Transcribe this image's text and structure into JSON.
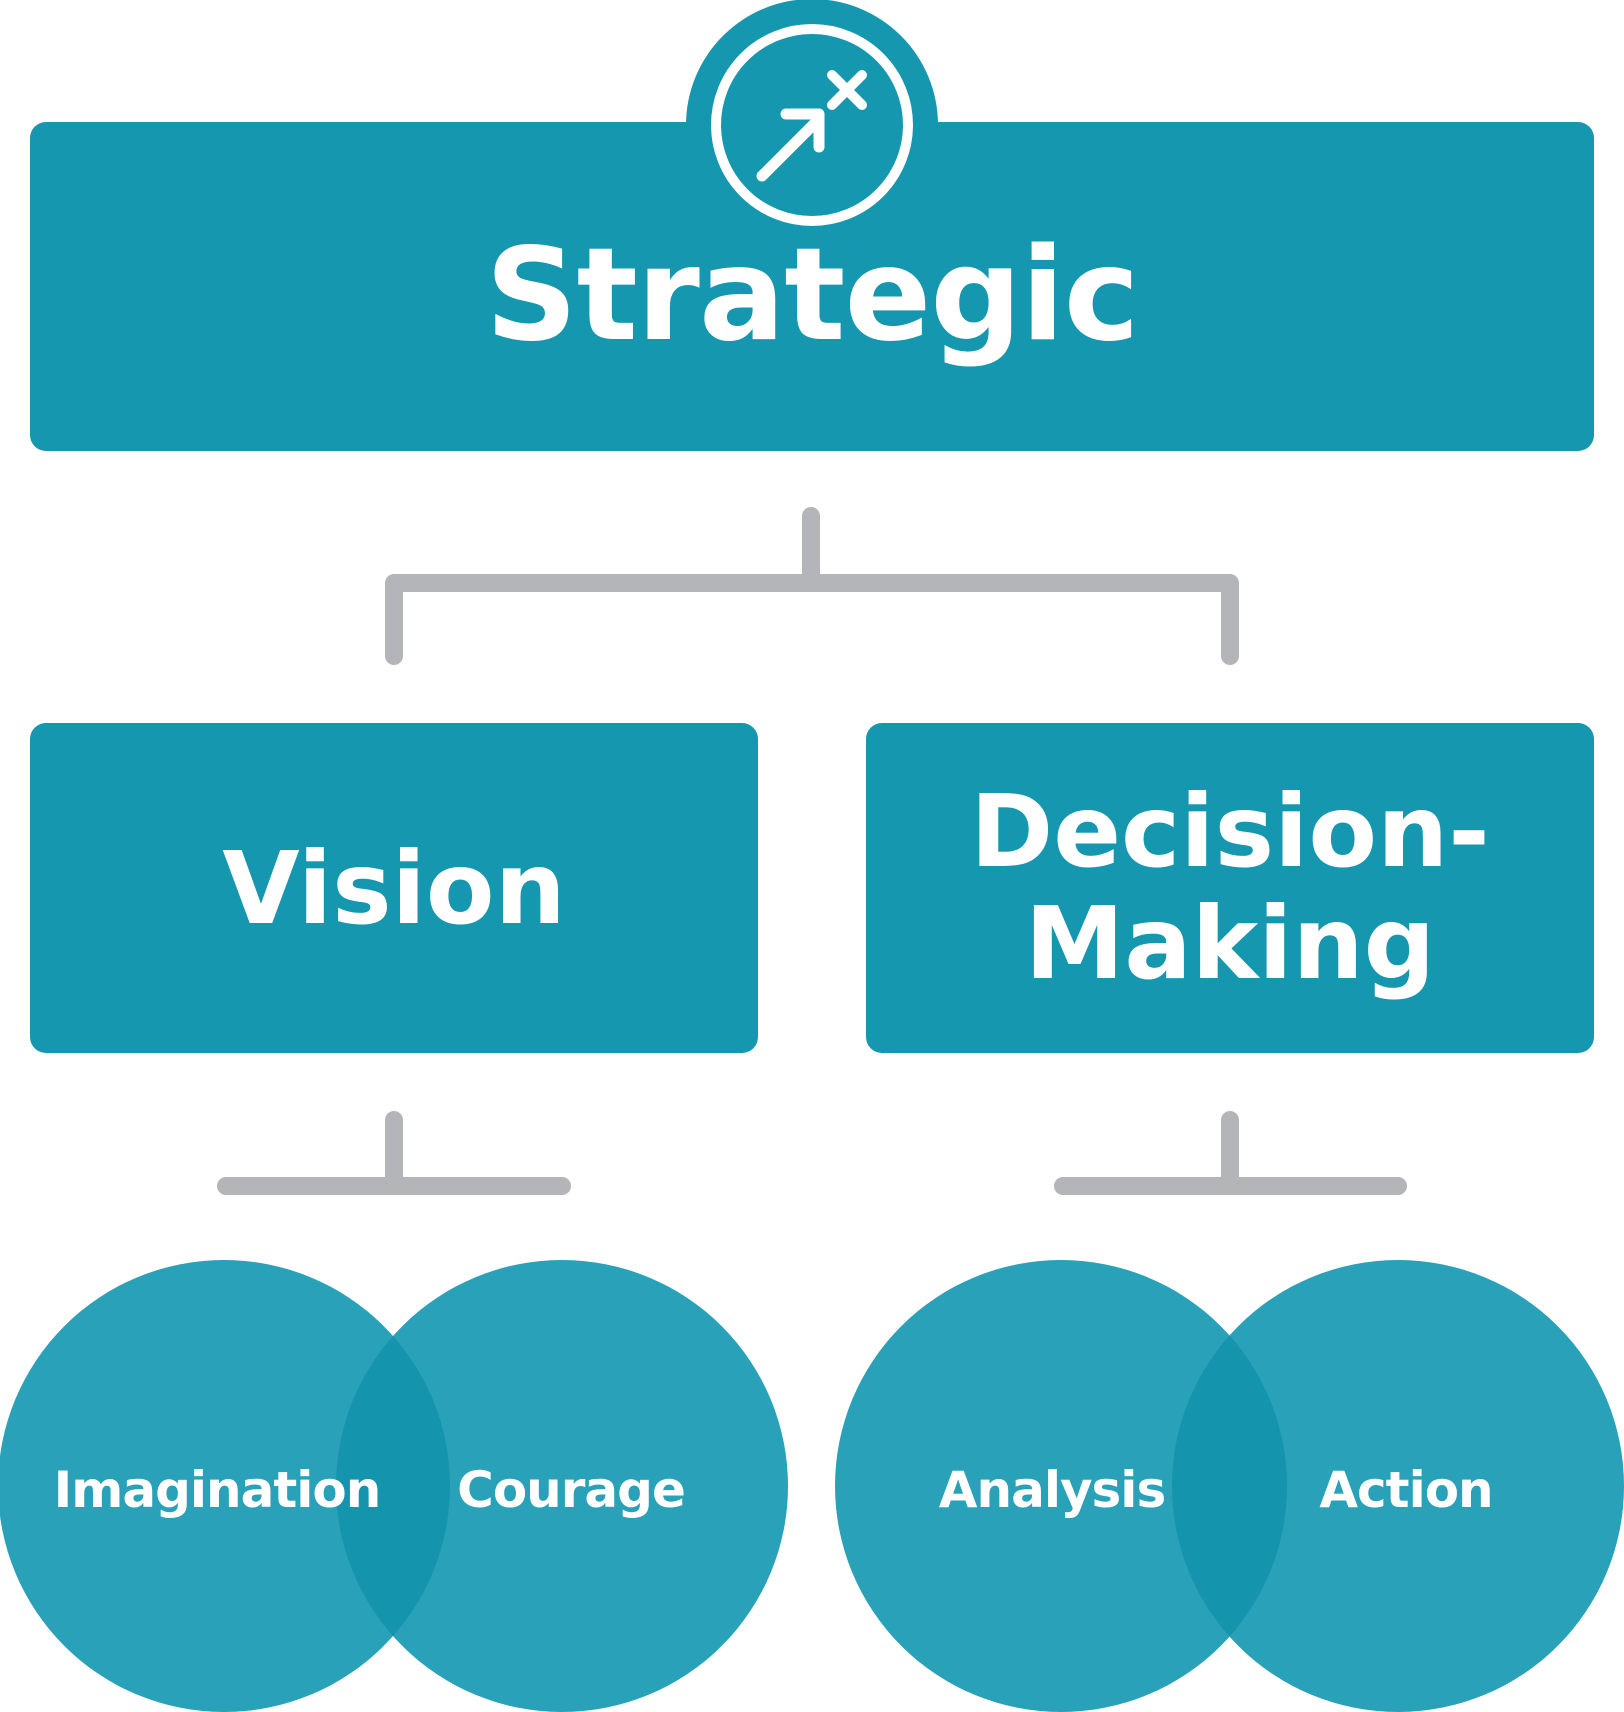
{
  "colors": {
    "box": "#1597b0",
    "circle": "#29a1b9",
    "overlap": "#1594ad",
    "connector": "#b3b5b8",
    "icon_stroke": "#ffffff"
  },
  "top_icon": "strategy-arrow-target-icon",
  "root": {
    "label": "Strategic"
  },
  "branches": [
    {
      "label": "Vision",
      "children": [
        "Imagination",
        "Courage"
      ]
    },
    {
      "label": "Decision-\nMaking",
      "children": [
        "Analysis",
        "Action"
      ]
    }
  ]
}
